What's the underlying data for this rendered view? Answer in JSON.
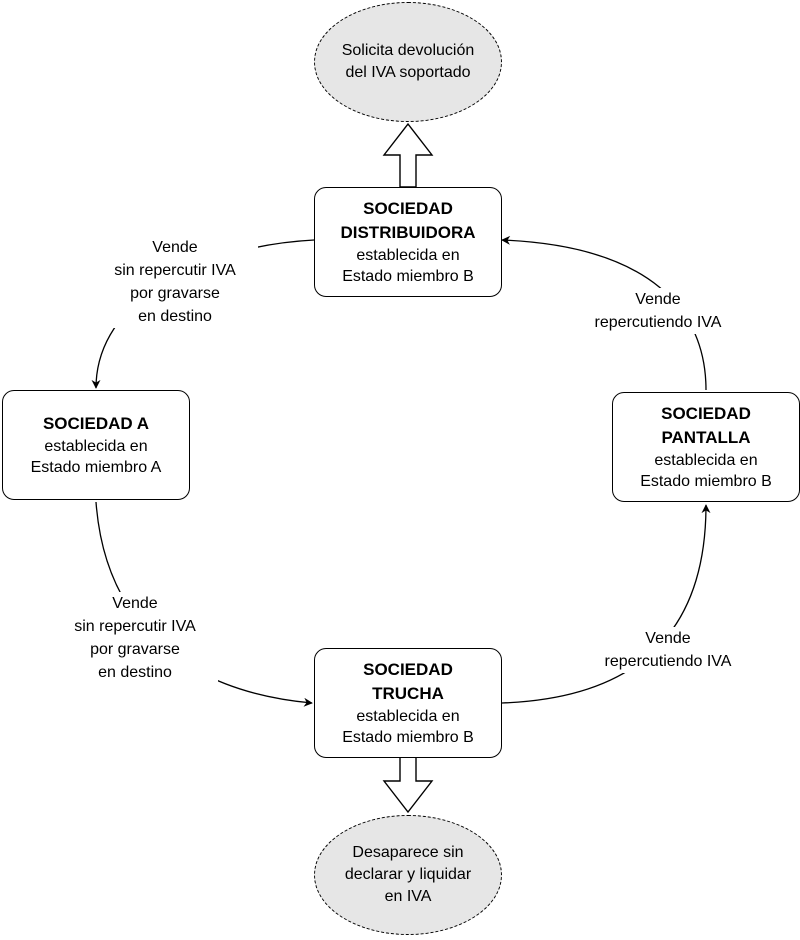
{
  "nodes": {
    "distribuidora": {
      "title": [
        "SOCIEDAD",
        "DISTRIBUIDORA"
      ],
      "sub": [
        "establecida en",
        "Estado miembro B"
      ]
    },
    "sociedad_a": {
      "title": [
        "SOCIEDAD A"
      ],
      "sub": [
        "establecida en",
        "Estado miembro A"
      ]
    },
    "pantalla": {
      "title": [
        "SOCIEDAD",
        "PANTALLA"
      ],
      "sub": [
        "establecida en",
        "Estado miembro B"
      ]
    },
    "trucha": {
      "title": [
        "SOCIEDAD",
        "TRUCHA"
      ],
      "sub": [
        "establecida en",
        "Estado miembro B"
      ]
    }
  },
  "outcomes": {
    "top": [
      "Solicita devolución",
      "del IVA soportado"
    ],
    "bottom": [
      "Desaparece sin",
      "declarar y liquidar",
      "en IVA"
    ]
  },
  "edges": {
    "distribuidora_to_a": [
      "Vende",
      "sin repercutir IVA",
      "por gravarse",
      "en destino"
    ],
    "a_to_trucha": [
      "Vende",
      "sin repercutir IVA",
      "por gravarse",
      "en destino"
    ],
    "trucha_to_pantalla": [
      "Vende",
      "repercutiendo IVA"
    ],
    "pantalla_to_distribuidora": [
      "Vende",
      "repercutiendo IVA"
    ]
  }
}
